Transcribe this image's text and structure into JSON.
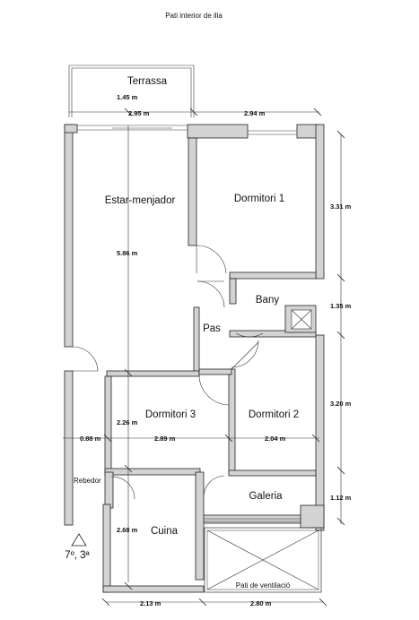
{
  "header": {
    "caption": "Pati interior de illa"
  },
  "rooms": {
    "terrassa": "Terrassa",
    "estar": "Estar-menjador",
    "dorm1": "Dormitori 1",
    "bany": "Bany",
    "pas": "Pas",
    "dorm3": "Dormitori 3",
    "dorm2": "Dormitori 2",
    "galeria": "Galeria",
    "rebedor": "Rebedor",
    "cuina": "Cuina",
    "pati_vent": "Pati de ventilació"
  },
  "dimensions": {
    "terrassa_depth": "1.45 m",
    "terrassa_width": "2.95 m",
    "dorm1_width": "2.94 m",
    "estar_length": "5.86 m",
    "right_dorm1": "3.31 m",
    "right_bany": "1.35 m",
    "right_dorm2": "3.20 m",
    "right_galeria": "1.12 m",
    "rebedor_width": "0.88 m",
    "dorm3_width": "2.89 m",
    "dorm2_width": "2.04 m",
    "dorm3_depth": "2.26 m",
    "cuina_depth": "2.68 m",
    "bottom_cuina": "2.13 m",
    "bottom_pati": "2.80 m"
  },
  "annotations": {
    "floor": "7º, 3ª"
  }
}
